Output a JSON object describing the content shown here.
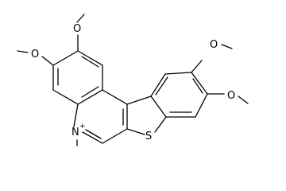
{
  "molecule": {
    "labels": {
      "o_top_left": "O",
      "o_left": "O",
      "o_top_right": "O",
      "o_right": "O",
      "n_atom": "N",
      "n_charge": "+",
      "s_atom": "S"
    },
    "colors": {
      "ink": "#000000",
      "background": "#ffffff"
    }
  }
}
